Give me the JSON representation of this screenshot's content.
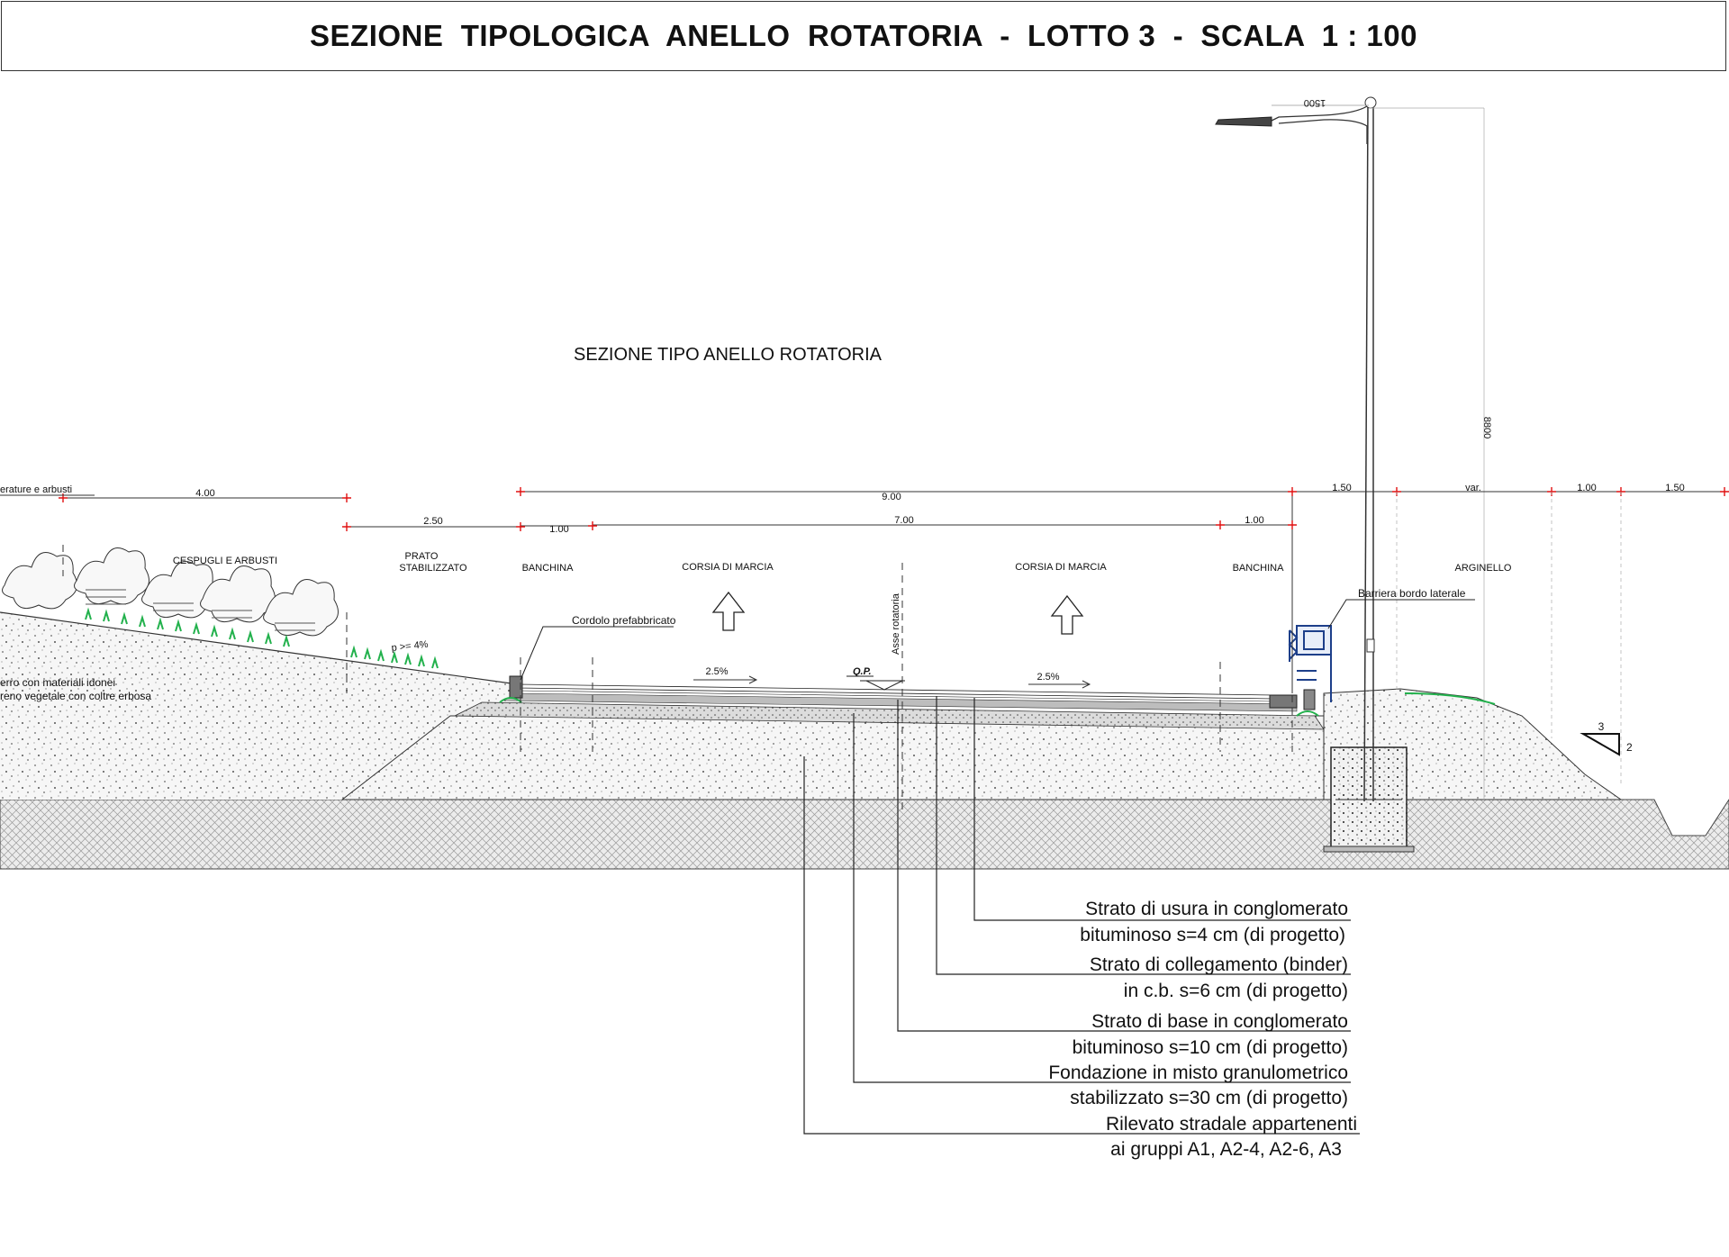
{
  "title": "SEZIONE  TIPOLOGICA  ANELLO  ROTATORIA  -  LOTTO 3  -  SCALA  1 : 100",
  "subtitle": "SEZIONE TIPO ANELLO ROTATORIA",
  "dimensions": {
    "d_4_00": "4.00",
    "d_9_00": "9.00",
    "d_1_50a": "1.50",
    "d_var": "var.",
    "d_1_00c": "1.00",
    "d_1_50b": "1.50",
    "d_2_50": "2.50",
    "d_1_00a": "1.00",
    "d_7_00": "7.00",
    "d_1_00b": "1.00",
    "pole_arm": "1500",
    "pole_height": "8800"
  },
  "zones": {
    "left_cut": "erature e arbusti",
    "cespugli": "CESPUGLI E ARBUSTI",
    "prato_1": "PRATO",
    "prato_2": "STABILIZZATO",
    "banchina_l": "BANCHINA",
    "corsia_l": "CORSIA DI MARCIA",
    "corsia_r": "CORSIA DI MARCIA",
    "banchina_r": "BANCHINA",
    "arginello": "ARGINELLO"
  },
  "annotations": {
    "cordolo": "Cordolo prefabbricato",
    "barriera": "Barriera bordo laterale",
    "asse": "Asse rotatoria",
    "qp": "Q.P.",
    "slope_l": "2.5%",
    "slope_r": "2.5%",
    "pendenza": "p >= 4%",
    "left_1": "erro con materiali idonei",
    "left_2": "reno vegetale con coltre erbosa",
    "ratio_3": "3",
    "ratio_2": "2"
  },
  "layers": [
    {
      "line1": "Strato di usura in conglomerato",
      "line2": "bituminoso s=4 cm (di progetto)"
    },
    {
      "line1": "Strato di collegamento (binder)",
      "line2": "in c.b. s=6 cm (di progetto)"
    },
    {
      "line1": "Strato di base in conglomerato",
      "line2": "bituminoso s=10 cm (di progetto)"
    },
    {
      "line1": "Fondazione in misto granulometrico ",
      "line2": "stabilizzato s=30 cm (di progetto)"
    },
    {
      "line1": "Rilevato stradale appartenenti",
      "line2": "ai gruppi A1, A2-4, A2-6, A3"
    }
  ],
  "colors": {
    "line": "#222222",
    "dim_tick": "#e01010",
    "grass": "#22b14c",
    "ground": "#cfcfcf"
  }
}
